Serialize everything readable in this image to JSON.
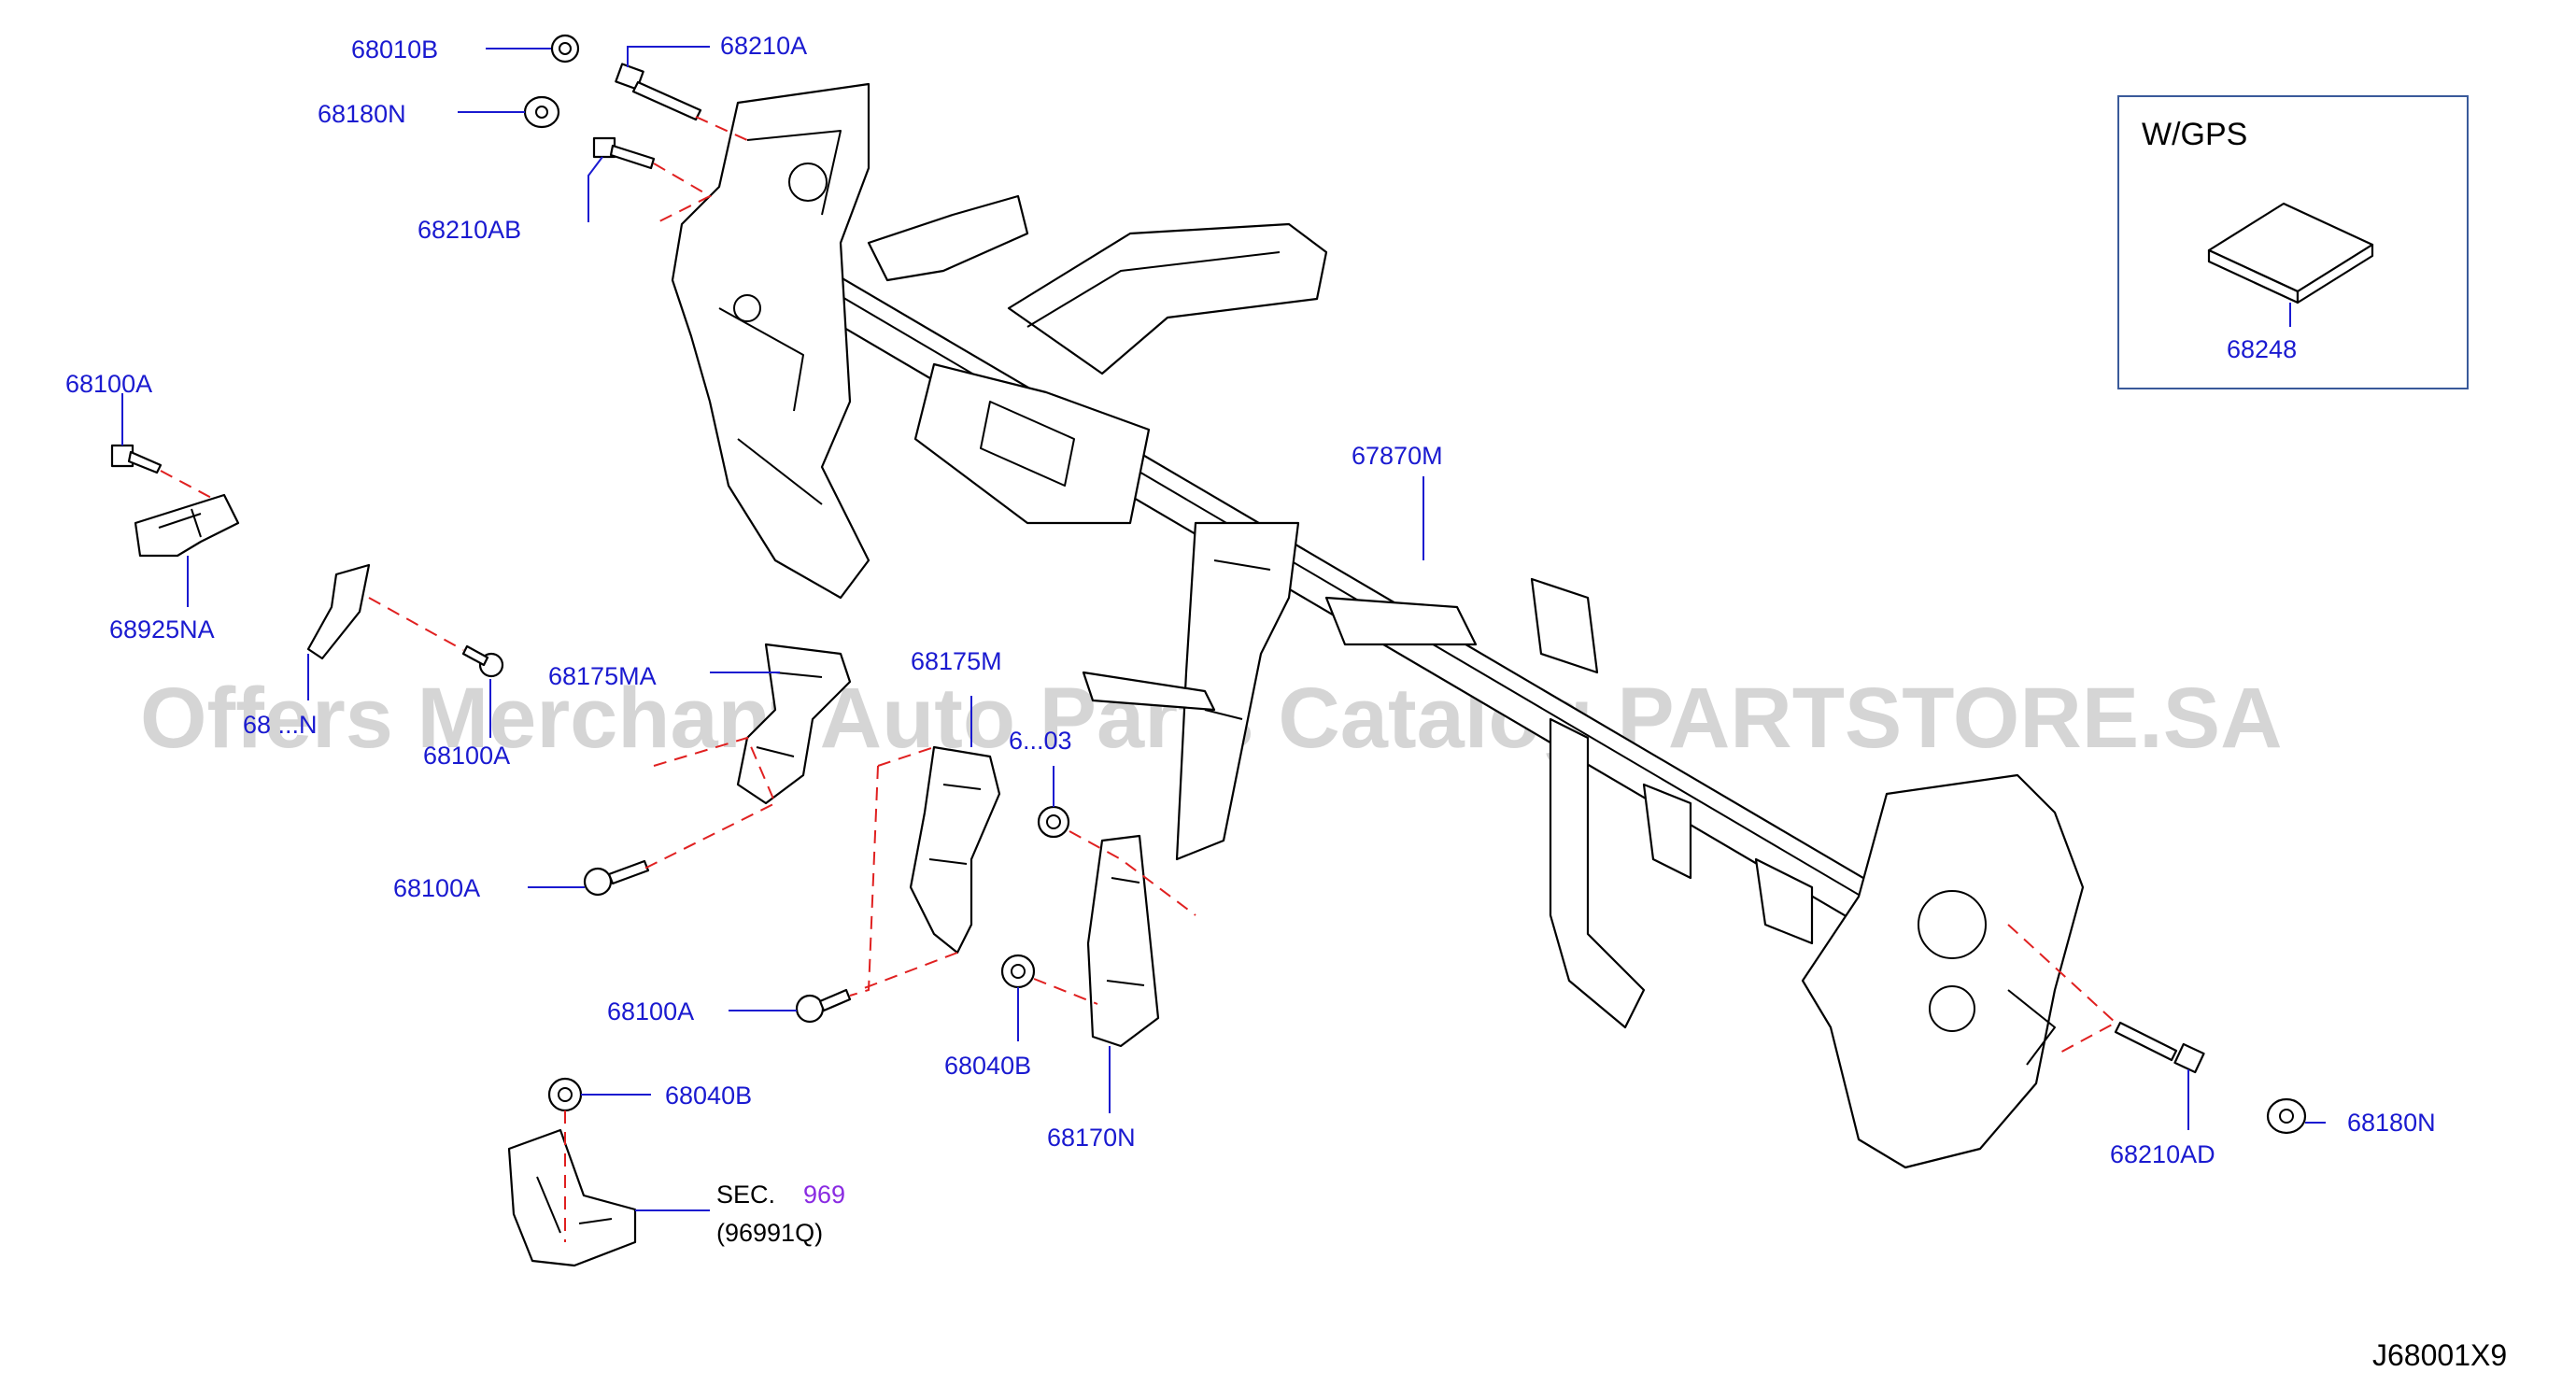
{
  "diagram_code": "J68001X9",
  "watermark": "Offers Merchant Auto Parts Catalog PARTSTORE.SA",
  "inset": {
    "title": "W/GPS",
    "part": "68248"
  },
  "callouts": {
    "c_68010B": "68010B",
    "c_68210A": "68210A",
    "c_68180N_top": "68180N",
    "c_68210AB": "68210AB",
    "c_68100A_1": "68100A",
    "c_68925NA": "68925NA",
    "c_68175MA": "68175MA",
    "c_68175M": "68175M",
    "c_68100A_2": "68100A",
    "c_68100A_3": "68100A",
    "c_68100A_4": "68100A",
    "c_68040B_1": "68040B",
    "c_68040B_2": "68040B",
    "c_68170N": "68170N",
    "c_67870M": "67870M",
    "c_68210AD": "68210AD",
    "c_68180N_right": "68180N",
    "c_obscured_1": "68 ⁠...N",
    "c_obscured_2": "6...03"
  },
  "section_ref": {
    "prefix": "SEC.",
    "number": "969",
    "part": "(96991Q)"
  }
}
